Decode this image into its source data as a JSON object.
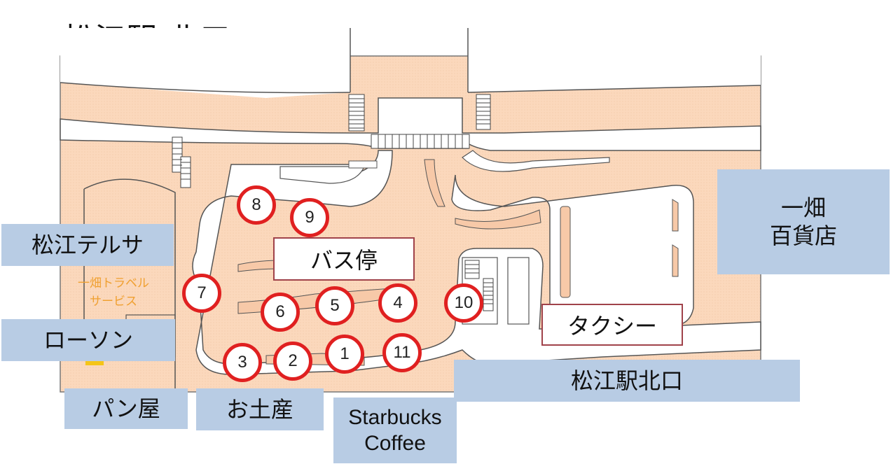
{
  "title": "松江駅 北口",
  "labels": {
    "terrsa": "松江テルサ",
    "lawson": "ローソン",
    "bakery": "パン屋",
    "souvenir": "お土産",
    "starbucks": "Starbucks\nCoffee",
    "station_north": "松江駅北口",
    "ichibata": "一畑\n百貨店",
    "bus_stop": "バス停",
    "taxi": "タクシー",
    "travel": "一畑トラベル\nサービス"
  },
  "stops": [
    "1",
    "2",
    "3",
    "4",
    "5",
    "6",
    "7",
    "8",
    "9",
    "10",
    "11"
  ],
  "colors": {
    "ground": "#fbd8bc",
    "label_bg": "#b8cce4",
    "stop_ring": "#e02020",
    "box_border": "#a0424a",
    "travel_text": "#f0a030"
  }
}
